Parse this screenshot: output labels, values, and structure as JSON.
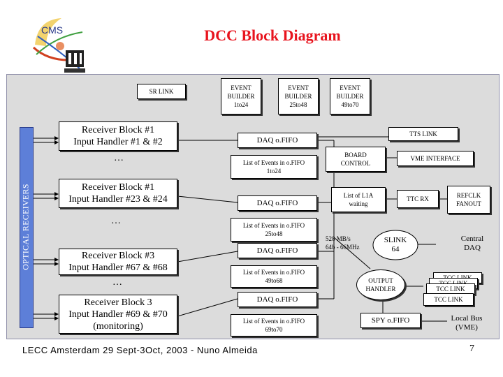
{
  "title": "DCC Block Diagram",
  "logo": {
    "text": "CMS"
  },
  "sidebar_label": "OPTICAL RECEIVERS",
  "sr_link": "SR LINK",
  "event_builders": [
    "EVENT\nBUILDER\n1to24",
    "EVENT\nBUILDER\n25to48",
    "EVENT\nBUILDER\n49to70"
  ],
  "receiver_blocks": [
    "Receiver Block #1\nInput Handler #1 & #2",
    "Receiver Block #1\nInput Handler #23 & #24",
    "Receiver Block #3\nInput Handler #67 & #68",
    "Receiver Block 3\nInput Handler #69 & #70\n(monitoring)"
  ],
  "ellipses": [
    "…",
    "…",
    "…"
  ],
  "daq_fifo_label": "DAQ o.FIFO",
  "event_fifos": [
    "List of Events in o.FIFO\n1to24",
    "List of Events in o.FIFO\n25to48",
    "List of Events in o.FIFO\n49to68",
    "List of Events in o.FIFO\n69to70"
  ],
  "tts_link": "TTS LINK",
  "board_control": "BOARD\nCONTROL",
  "vme_interface": "VME INTERFACE",
  "l1a_list": "List of L1A\nwaiting",
  "ttc_rx": "TTC RX",
  "refclk": "REFCLK\nFANOUT",
  "bandwidth": "528 MB/s\n64b - 66MHz",
  "slink": "SLINK\n64",
  "central_daq": "Central\nDAQ",
  "output_handler": "OUTPUT\nHANDLER",
  "tcc_link": "TCC LINK",
  "spy_fifo": "SPY o.FIFO",
  "local_bus": "Local Bus\n(VME)",
  "footer": "LECC Amsterdam 29 Sept-3Oct, 2003 - Nuno Almeida",
  "page_number": "7",
  "colors": {
    "title": "#e8141e",
    "sidebar": "#5d7fd8",
    "panel": "#dcdcdc"
  }
}
